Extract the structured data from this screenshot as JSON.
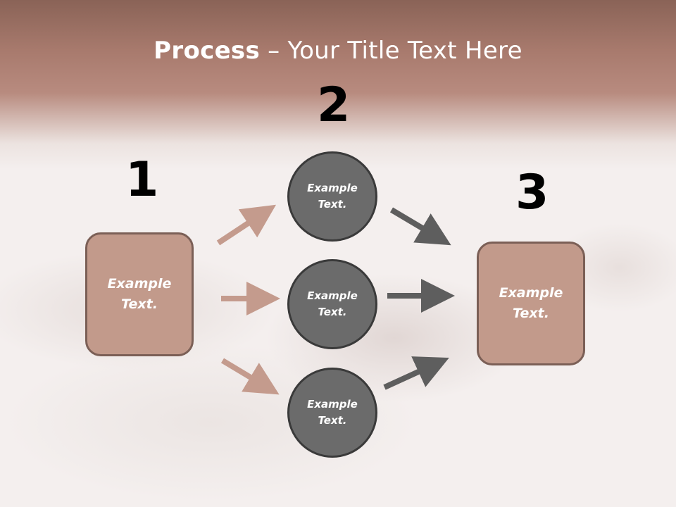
{
  "title": {
    "bold": "Process",
    "rest": " – Your Title Text Here"
  },
  "steps": {
    "one": "1",
    "two": "2",
    "three": "3"
  },
  "boxes": {
    "left": "Example\nText.",
    "right": "Example\nText."
  },
  "circles": {
    "top": "Example\nText.",
    "middle": "Example\nText.",
    "bottom": "Example\nText."
  },
  "colors": {
    "box_fill": "#c29a8b",
    "circle_fill": "#6b6b6b",
    "arrow_left": "#c49b8d",
    "arrow_right": "#5e5e5e"
  }
}
